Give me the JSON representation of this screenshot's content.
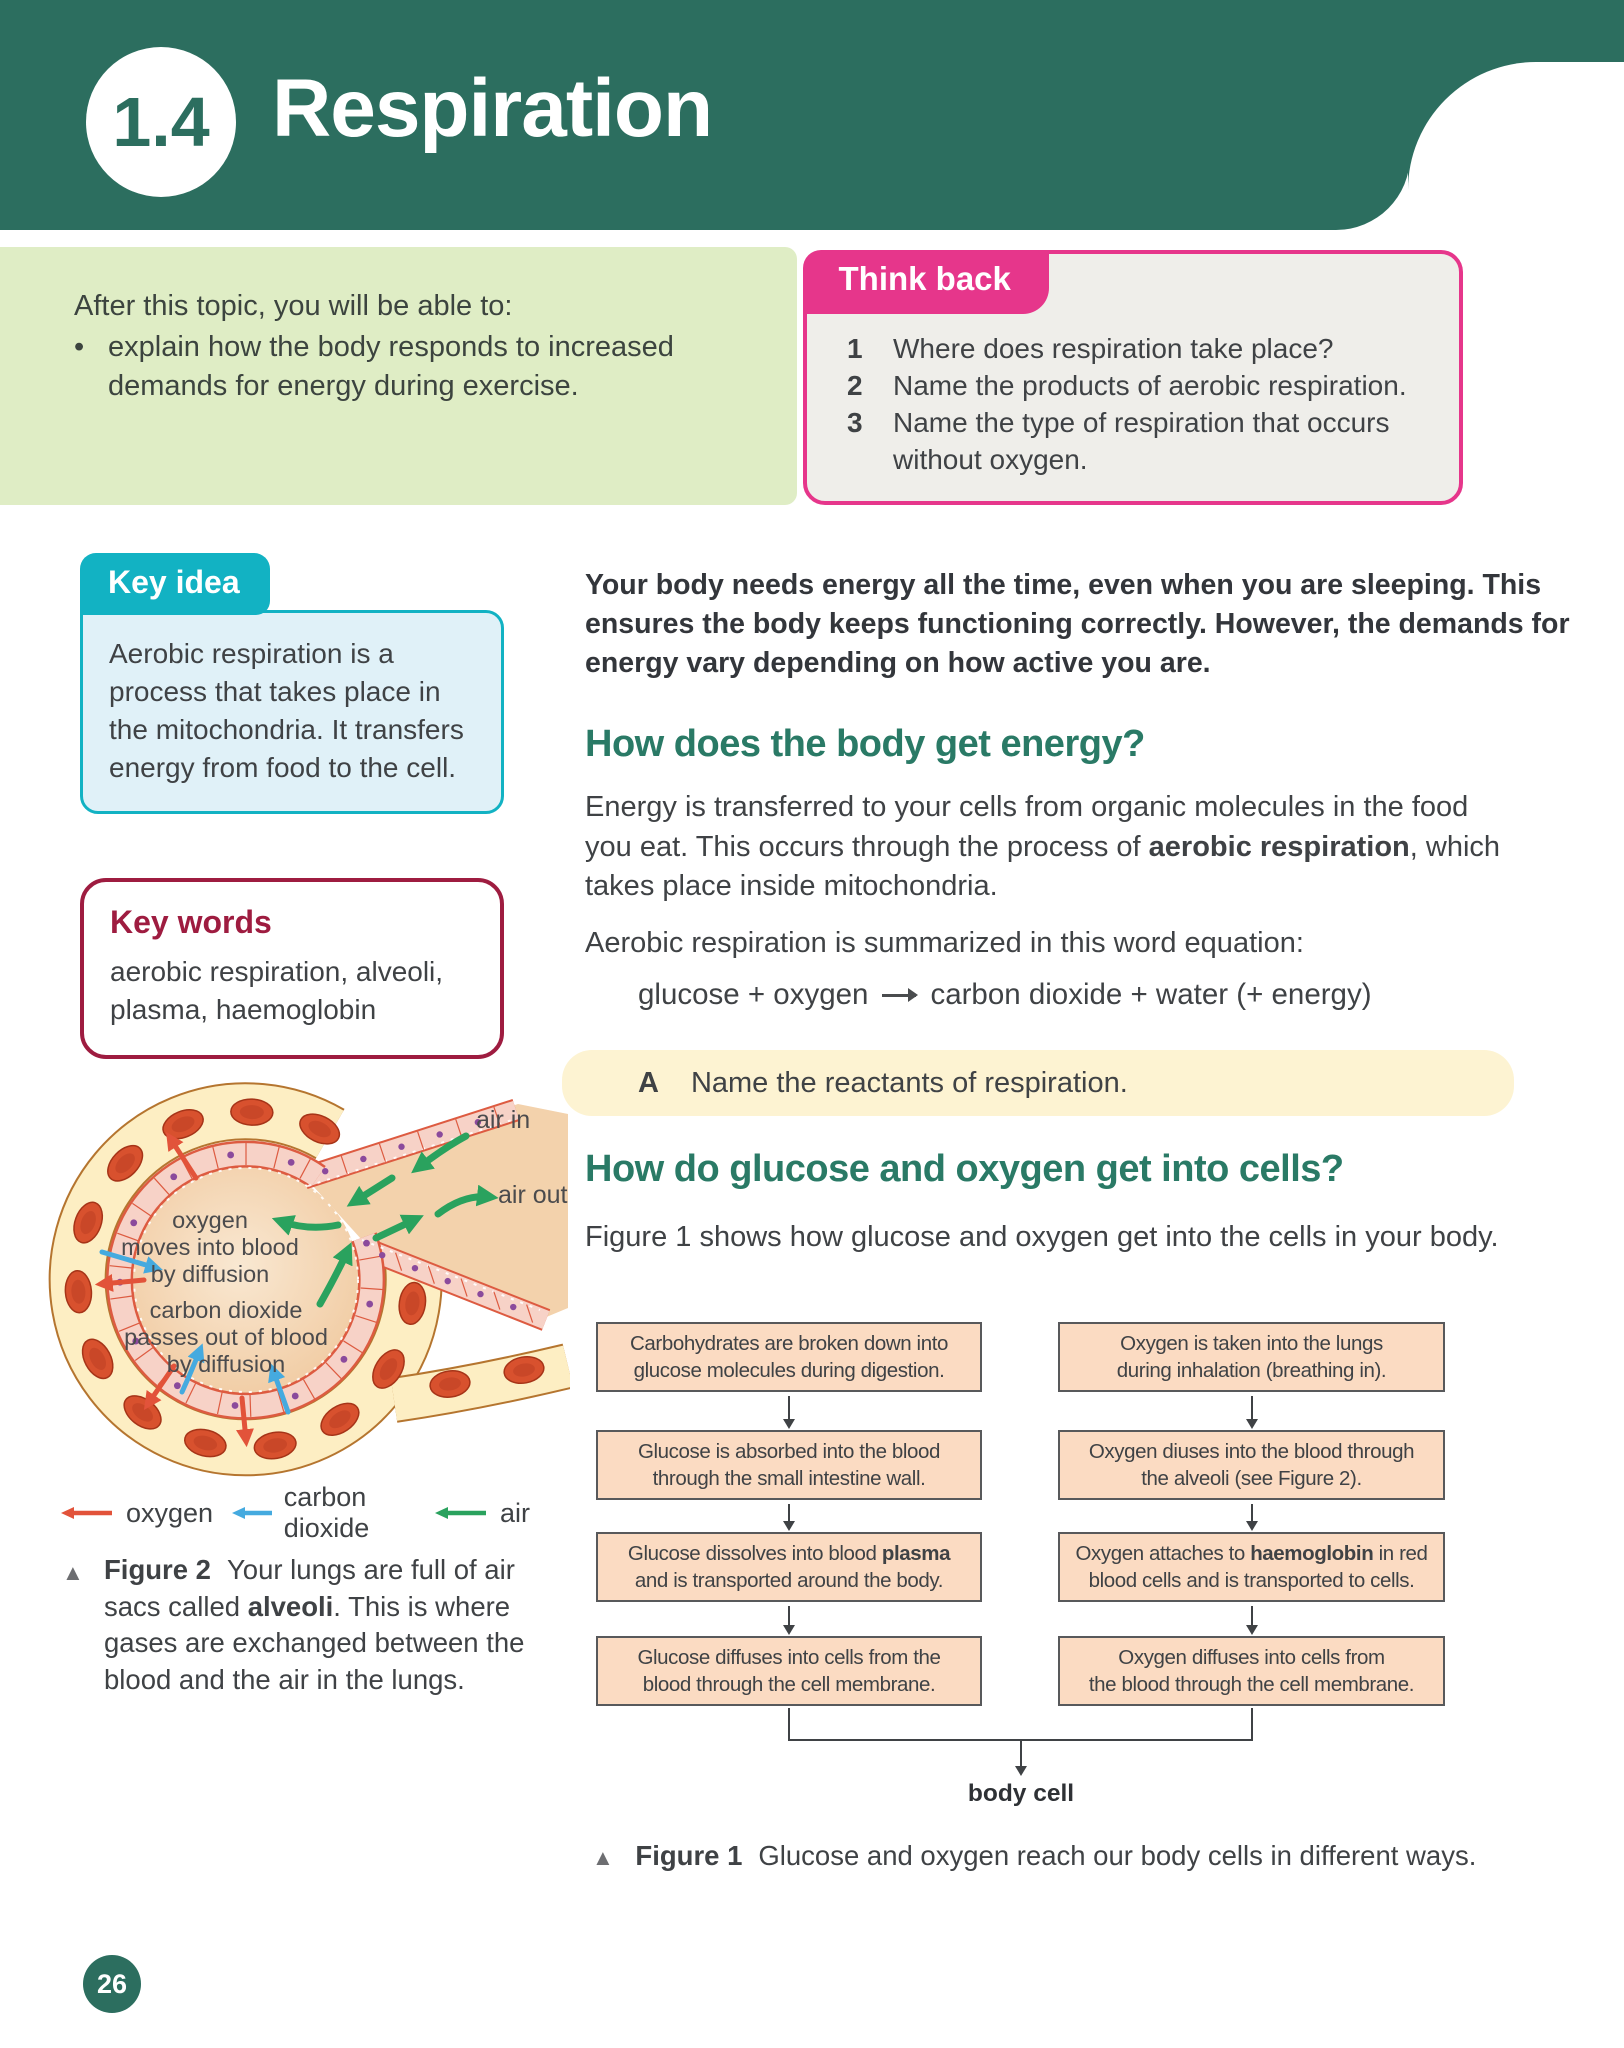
{
  "colors": {
    "header_green": "#2c6e5f",
    "objectives_green": "#dfedc5",
    "think_back_pink": "#e6368b",
    "key_idea_teal": "#12b2c3",
    "key_words_maroon": "#9e1c40",
    "section_heading_green": "#2a7a66",
    "question_yellow": "#fdf3d2",
    "flow_box_peach": "#fbdbc2",
    "oxygen_arrow_red": "#e2533a",
    "co2_arrow_blue": "#45aadf",
    "air_arrow_green": "#2aa25e"
  },
  "header": {
    "topic_number": "1.4",
    "title": "Respiration"
  },
  "objectives": {
    "intro": "After this topic, you will be able to:",
    "bullet_glyph": "•",
    "bullets": [
      "explain how the body responds to increased demands for energy during exercise."
    ]
  },
  "think_back": {
    "title": "Think back",
    "items": [
      {
        "num": "1",
        "text": "Where does respiration take place?"
      },
      {
        "num": "2",
        "text": "Name the products of aerobic respiration."
      },
      {
        "num": "3",
        "text": "Name the type of respiration that occurs without oxygen."
      }
    ]
  },
  "key_idea": {
    "title": "Key idea",
    "text": "Aerobic respiration is a process that takes place in the mitochondria. It transfers energy from food to the cell."
  },
  "key_words": {
    "title": "Key words",
    "words": "aerobic respiration, alveoli, plasma, haemoglobin"
  },
  "main": {
    "intro": "Your body needs energy all the time, even when you are sleeping. This ensures the body keeps functioning correctly. However, the demands for energy vary depending on how active you are.",
    "section1": {
      "heading": "How does the body get energy?",
      "para": {
        "before": "Energy is transferred to your cells from organic molecules in the food you eat. This occurs through the process of ",
        "bold": "aerobic respiration",
        "after": ", which takes place inside mitochondria."
      },
      "equation_intro": "Aerobic respiration is summarized in this word equation:",
      "equation": {
        "left": "glucose + oxygen",
        "right": "carbon dioxide + water (+ energy)"
      },
      "question": {
        "label": "A",
        "text": "Name the reactants of respiration."
      }
    },
    "section2": {
      "heading": "How do glucose and oxygen get into cells?",
      "para": "Figure 1 shows how glucose and oxygen get into the cells in your body."
    }
  },
  "figure2": {
    "air_in": "air in",
    "air_out": "air out",
    "label_oxygen": [
      "oxygen",
      "moves into blood",
      "by diffusion"
    ],
    "label_co2": [
      "carbon dioxide",
      "passes out of blood",
      "by diffusion"
    ],
    "legend": [
      {
        "label": "oxygen",
        "color": "#e2533a"
      },
      {
        "label": "carbon dioxide",
        "color": "#45aadf"
      },
      {
        "label": "air",
        "color": "#2aa25e"
      }
    ],
    "caption": {
      "marker": "▲",
      "label": "Figure 2",
      "text_before_bold": "Your lungs are full of air sacs called ",
      "bold": "alveoli",
      "text_after_bold": ". This is where gases are exchanged between the blood and the air in the lungs."
    }
  },
  "figure1": {
    "left": [
      {
        "before": "Carbohydrates are broken down into\nglucose molecules during digestion.",
        "bold": "",
        "after": ""
      },
      {
        "before": "Glucose is absorbed into the blood\nthrough the small intestine wall.",
        "bold": "",
        "after": ""
      },
      {
        "before": "Glucose dissolves into blood ",
        "bold": "plasma",
        "after": "\nand is transported around the body."
      },
      {
        "before": "Glucose diffuses into cells from the\nblood through the cell membrane.",
        "bold": "",
        "after": ""
      }
    ],
    "right": [
      {
        "before": "Oxygen is taken into the lungs\nduring inhalation (breathing in).",
        "bold": "",
        "after": ""
      },
      {
        "before": "Oxygen diuses into the blood through\nthe alveoli (see Figure 2).",
        "bold": "",
        "after": ""
      },
      {
        "before": "Oxygen attaches to ",
        "bold": "haemoglobin",
        "after": " in red\nblood cells and is transported to cells."
      },
      {
        "before": "Oxygen diffuses into cells from\nthe blood through the cell membrane.",
        "bold": "",
        "after": ""
      }
    ],
    "terminal": "body cell",
    "caption": {
      "marker": "▲",
      "label": "Figure 1",
      "text": "Glucose and oxygen reach our body cells in different ways."
    }
  },
  "page": {
    "number": "26"
  }
}
